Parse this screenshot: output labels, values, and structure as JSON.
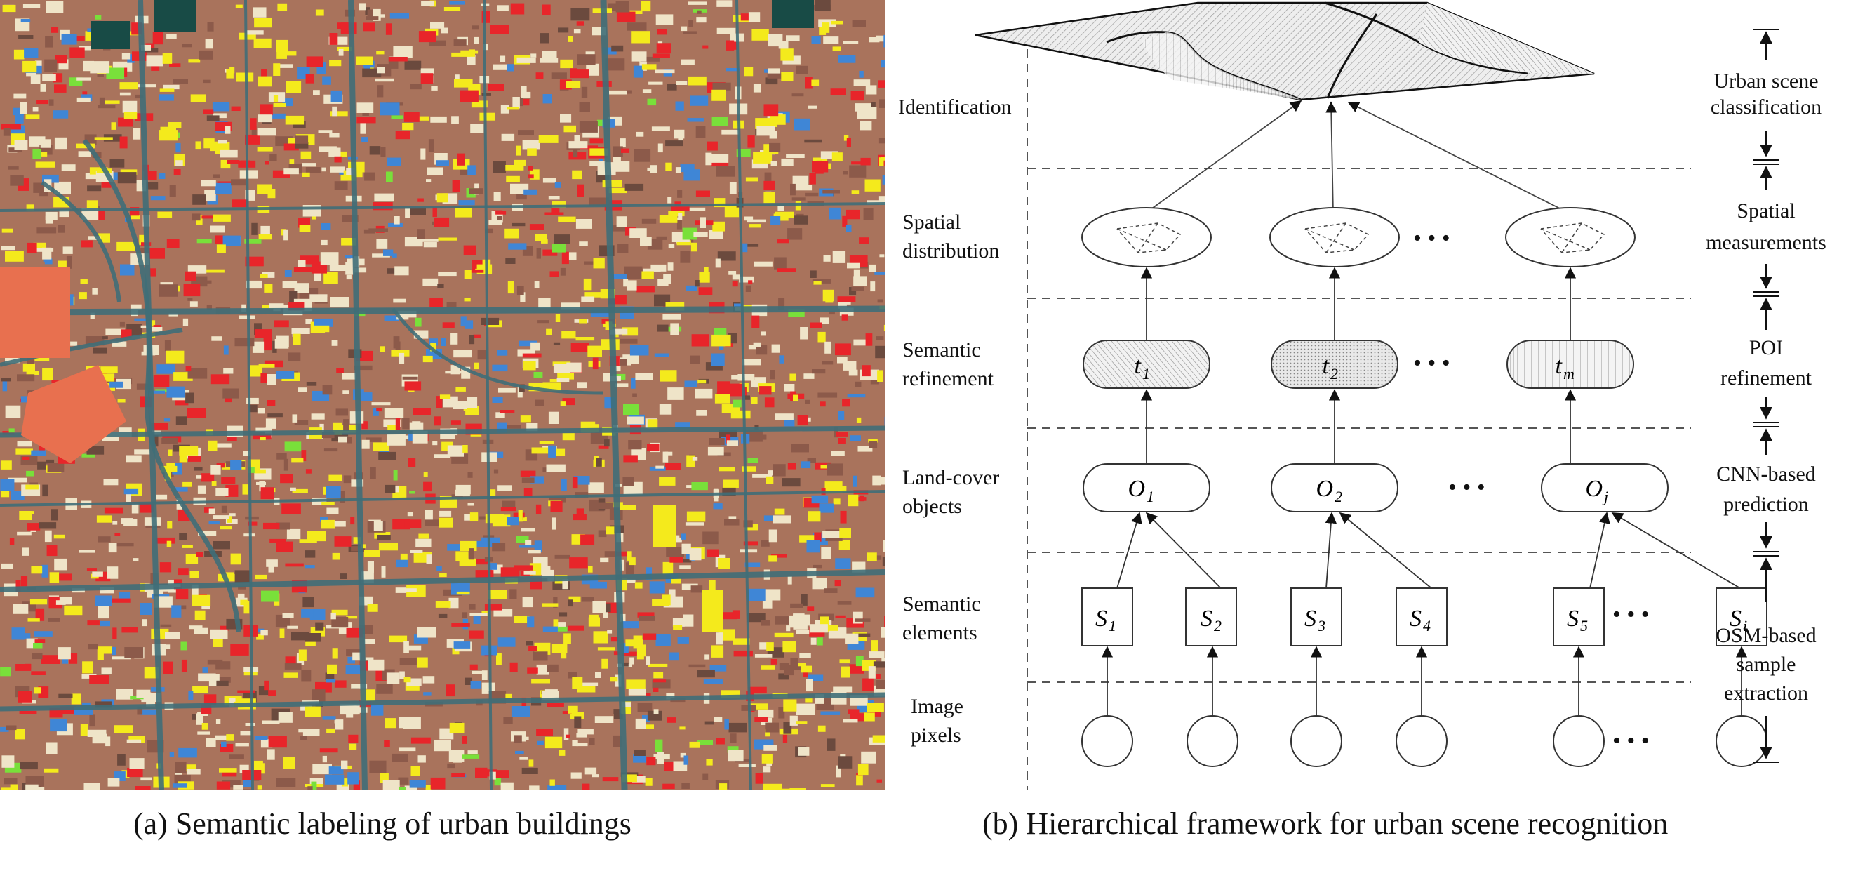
{
  "captions": {
    "a": "(a) Semantic labeling of urban buildings",
    "b": "(b) Hierarchical framework for urban scene recognition"
  },
  "colors": {
    "map_background": "#a9735c",
    "road": "#3f6e78",
    "building_unlabeled": "#efe4c8",
    "label_red": "#e8252a",
    "label_yellow": "#f4ea1c",
    "label_blue": "#3f86d6",
    "label_green": "#79e03a",
    "label_orange": "#e8704f",
    "water": "#184b46",
    "node_fill_hatched": "#e6e6e6",
    "dashed_line": "#555555"
  },
  "diagram": {
    "levels_left": [
      {
        "line1": "Identification",
        "line2": ""
      },
      {
        "line1": "Spatial",
        "line2": "distribution"
      },
      {
        "line1": "Semantic",
        "line2": "refinement"
      },
      {
        "line1": "Land-cover",
        "line2": "objects"
      },
      {
        "line1": "Semantic",
        "line2": "elements"
      },
      {
        "line1": "Image",
        "line2": "pixels"
      }
    ],
    "stages_right": [
      {
        "line1": "Urban scene",
        "line2": "classification",
        "line3": ""
      },
      {
        "line1": "Spatial",
        "line2": "measurements",
        "line3": ""
      },
      {
        "line1": "POI",
        "line2": "refinement",
        "line3": ""
      },
      {
        "line1": "CNN-based",
        "line2": "prediction",
        "line3": ""
      },
      {
        "line1": "OSM-based",
        "line2": "sample",
        "line3": "extraction"
      }
    ],
    "semantic_nodes": [
      {
        "base": "t",
        "sub": "1"
      },
      {
        "base": "t",
        "sub": "2"
      },
      {
        "base": "t",
        "sub": "m"
      }
    ],
    "object_nodes": [
      {
        "base": "O",
        "sub": "1"
      },
      {
        "base": "O",
        "sub": "2"
      },
      {
        "base": "O",
        "sub": "j"
      }
    ],
    "element_nodes": [
      {
        "base": "S",
        "sub": "1"
      },
      {
        "base": "S",
        "sub": "2"
      },
      {
        "base": "S",
        "sub": "3"
      },
      {
        "base": "S",
        "sub": "4"
      },
      {
        "base": "S",
        "sub": "5"
      },
      {
        "base": "S",
        "sub": "i"
      }
    ],
    "ellipsis": "• • •"
  }
}
